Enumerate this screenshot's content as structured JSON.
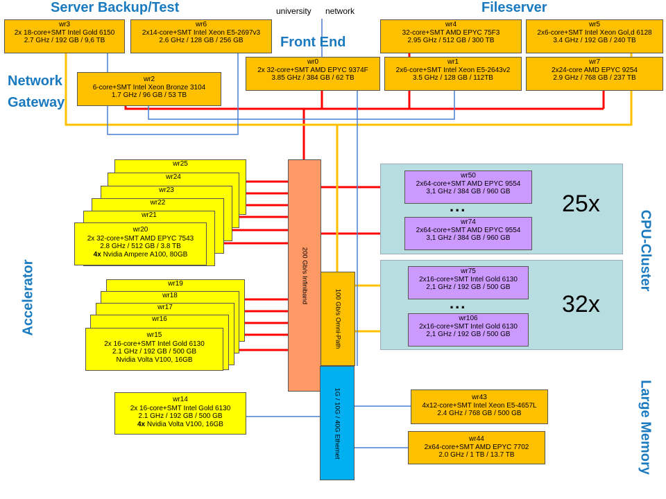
{
  "headings": {
    "server_backup": "Server Backup/Test",
    "fileserver": "Fileserver",
    "front_end": "Front End",
    "network_gateway_1": "Network",
    "network_gateway_2": "Gateway",
    "university_network_1": "university",
    "university_network_2": "network",
    "accelerator": "Accelerator",
    "cpu_cluster": "CPU-Cluster",
    "large_memory": "Large Memory"
  },
  "interconnects": {
    "infiniband": "200 Gb/s Infiniband",
    "omnipath": "100 Gb/s Omni-Path",
    "ethernet": "1G / 10G / 40G  Ethernet"
  },
  "servers": {
    "wr3": {
      "name": "wr3",
      "l1": "2x 18-core+SMT Intel  Gold 6150",
      "l2": "2.7 GHz / 192 GB / 9,6 TB"
    },
    "wr6": {
      "name": "wr6",
      "l1": "2x14-core+SMT Intel Xeon E5-2697v3",
      "l2": "2.6 GHz / 128 GB / 256 GB"
    },
    "wr4": {
      "name": "wr4",
      "l1": "32-core+SMT AMD EPYC  75F3",
      "l2": "2.95 GHz / 512 GB / 300 TB"
    },
    "wr5": {
      "name": "wr5",
      "l1": "2x6-core+SMT Intel Xeon Gol,d 6128",
      "l2": "3.4 GHz / 192 GB / 240 TB"
    },
    "wr0": {
      "name": "wr0",
      "l1": "2x 32-core+SMT AMD EPYC  9374F",
      "l2": "3.85 GHz / 384 GB / 62 TB"
    },
    "wr1": {
      "name": "wr1",
      "l1": "2x6-core+SMT Intel Xeon E5-2643v2",
      "l2": "3.5 GHz / 128 GB / 112TB"
    },
    "wr7": {
      "name": "wr7",
      "l1": "2x24-core AMD EPYC  9254",
      "l2": "2.9 GHz / 768 GB / 237 TB"
    },
    "wr2": {
      "name": "wr2",
      "l1": "6-core+SMT Intel Xeon Bronze 3104",
      "l2": "1.7 GHz / 96 GB / 53 TB"
    }
  },
  "gpu_group_a": {
    "stack": [
      "wr25",
      "wr24",
      "wr23",
      "wr22",
      "wr21"
    ],
    "front": {
      "name": "wr20",
      "l1": "2x 32-core+SMT AMD EPYC  7543",
      "l2": "2.8 GHz / 512 GB / 3.8 TB",
      "gpu_count": "4x",
      "gpu": " Nvidia Ampere A100, 80GB"
    }
  },
  "gpu_group_b": {
    "stack": [
      "wr19",
      "wr18",
      "wr17",
      "wr16"
    ],
    "front": {
      "name": "wr15",
      "l1": "2x 16-core+SMT Intel  Gold 6130",
      "l2": "2.1 GHz / 192 GB / 500 GB",
      "l3": "Nvidia Volta V100, 16GB"
    }
  },
  "wr14": {
    "name": "wr14",
    "l1": "2x 16-core+SMT Intel  Gold 6130",
    "l2": "2.1 GHz / 192 GB / 500 GB",
    "gpu_count": "4x",
    "gpu": " Nvidia Volta V100, 16GB"
  },
  "cpu_cluster": {
    "amd": {
      "count": "25x",
      "dots": "...",
      "first": {
        "name": "wr50",
        "l1": "2x64-core+SMT AMD EPYC  9554",
        "l2": "3,1 GHz / 384 GB / 960 GB"
      },
      "last": {
        "name": "wr74",
        "l1": "2x64-core+SMT AMD EPYC  9554",
        "l2": "3,1 GHz / 384 GB / 960 GB"
      }
    },
    "intel": {
      "count": "32x",
      "dots": "...",
      "first": {
        "name": "wr75",
        "l1": "2x16-core+SMT Intel Gold 6130",
        "l2": "2,1 GHz / 192 GB / 500 GB"
      },
      "last": {
        "name": "wr106",
        "l1": "2x16-core+SMT Intel Gold 6130",
        "l2": "2,1 GHz / 192 GB / 500 GB"
      }
    }
  },
  "large_memory": {
    "wr43": {
      "name": "wr43",
      "l1": "4x12-core+SMT Intel Xeon E5-4657L",
      "l2": "2.4 GHz / 768 GB / 500 GB"
    },
    "wr44": {
      "name": "wr44",
      "l1": "2x64-core+SMT AMD EPYC  7702",
      "l2": "2.0 GHz / 1 TB / 13.7 TB"
    }
  },
  "colors": {
    "infiniband": "#ff0000",
    "omnipath": "#ffc000",
    "ethernet": "#4a7fd0",
    "heading": "#1a7abf",
    "panel": "#b7dde0"
  }
}
